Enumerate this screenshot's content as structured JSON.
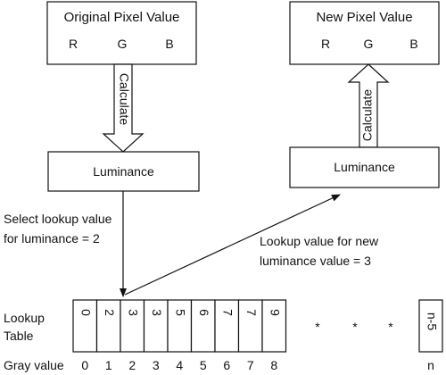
{
  "original_pixel": {
    "title": "Original Pixel Value",
    "channels": [
      "R",
      "G",
      "B"
    ]
  },
  "new_pixel": {
    "title": "New Pixel Value",
    "channels": [
      "R",
      "G",
      "B"
    ]
  },
  "calculate_down_label": "Calculate",
  "calculate_up_label": "Calculate",
  "luminance_left_label": "Luminance",
  "luminance_right_label": "Luminance",
  "select_note": [
    "Select lookup value",
    "for luminance = 2"
  ],
  "lookup_note": [
    "Lookup value for new",
    "luminance value = 3"
  ],
  "table": {
    "row_label": [
      "Lookup",
      "Table"
    ],
    "cells": [
      "0",
      "2",
      "3",
      "3",
      "5",
      "6",
      "7",
      "7",
      "9"
    ],
    "ellipsis": [
      "*",
      "*",
      "*"
    ],
    "last_cell": "n-5",
    "gray_label": "Gray value",
    "gray_values": [
      "0",
      "1",
      "2",
      "3",
      "4",
      "5",
      "6",
      "7",
      "8"
    ],
    "gray_last": "n"
  }
}
